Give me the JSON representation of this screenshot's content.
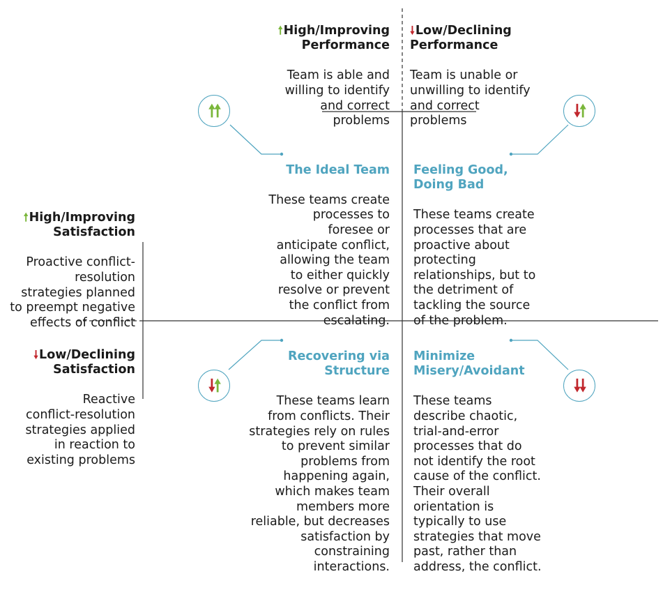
{
  "top_left": {
    "arrow": "up",
    "title": "High/Improving\nPerformance",
    "desc": "Team is able and\nwilling to identify\nand correct\nproblems"
  },
  "top_right": {
    "arrow": "down",
    "title": "Low/Declining\nPerformance",
    "desc": "Team is unable or\nunwilling to identify\nand correct\nproblems"
  },
  "left_top": {
    "arrow": "up",
    "title": "High/Improving\nSatisfaction",
    "desc": "Proactive conflict-\nresolution\nstrategies planned\nto preempt negative\neffects of conflict"
  },
  "left_bottom": {
    "arrow": "down",
    "title": "Low/Declining\nSatisfaction",
    "desc": "Reactive\nconflict-resolution\nstrategies applied\nin reaction to\nexisting problems"
  },
  "quadrants": {
    "ideal": {
      "title": "The Ideal Team",
      "desc": "These teams create\nprocesses to\nforesee or\nanticipate conflict,\nallowing the team\nto either quickly\nresolve or prevent\nthe conflict from\nescalating.",
      "icon": [
        "up",
        "up"
      ]
    },
    "feeling_good": {
      "title": "Feeling Good,\nDoing Bad",
      "desc": "These teams create\nprocesses that are\nproactive about\nprotecting\nrelationships, but to\nthe detriment of\ntackling the source\nof the problem.",
      "icon": [
        "down",
        "up"
      ]
    },
    "recovering": {
      "title": "Recovering via\nStructure",
      "desc": "These teams learn\nfrom conflicts. Their\nstrategies rely on rules\nto prevent similar\nproblems from\nhappening again,\nwhich makes team\nmembers more\nreliable, but decreases\nsatisfaction by\nconstraining\ninteractions.",
      "icon": [
        "down",
        "up"
      ]
    },
    "minimize": {
      "title": "Minimize\nMisery/Avoidant",
      "desc": "These teams\ndescribe chaotic,\ntrial-and-error\nprocesses that do\nnot identify the root\ncause of the conflict.\nTheir overall\norientation is\ntypically to use\nstrategies that move\npast, rather than\naddress, the conflict.",
      "icon": [
        "down",
        "down"
      ]
    }
  },
  "colors": {
    "accent": "#4fa4bf",
    "up": "#7ab63a",
    "down": "#c1272d",
    "axis": "#333333"
  }
}
